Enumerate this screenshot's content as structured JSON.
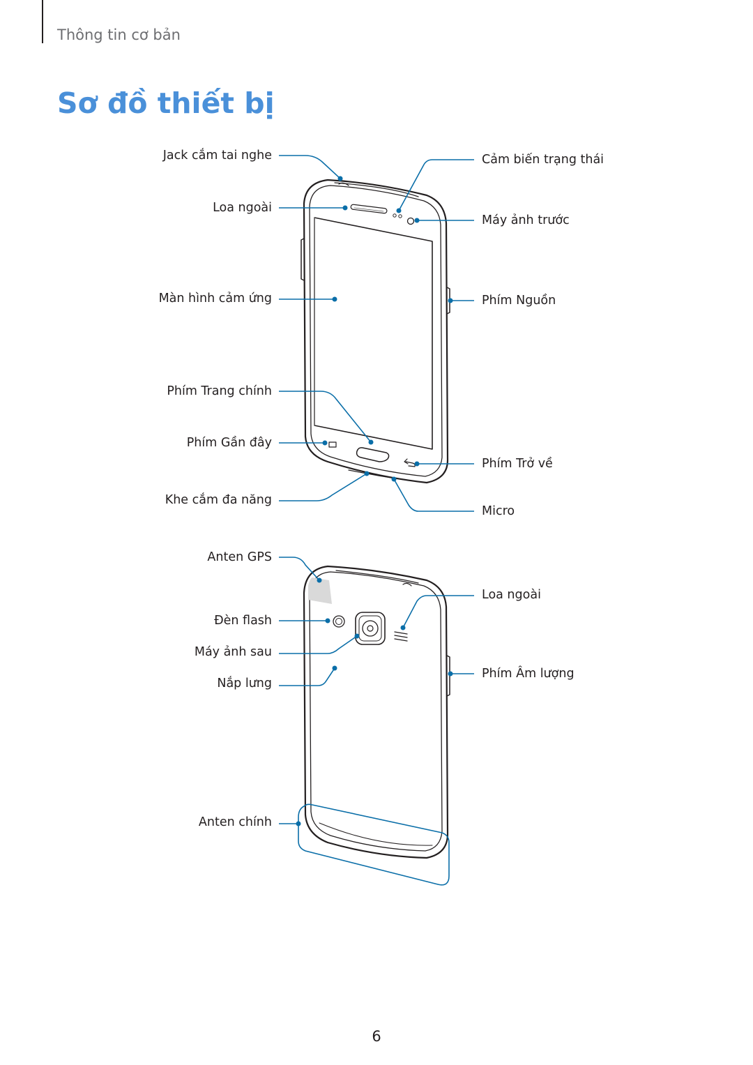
{
  "header": {
    "section": "Thông tin cơ bản"
  },
  "title": "Sơ đồ thiết bị",
  "front": {
    "left": {
      "headset_jack": "Jack cắm tai nghe",
      "speaker": "Loa ngoài",
      "touchscreen": "Màn hình cảm ứng",
      "home_key": "Phím Trang chính",
      "recent_key": "Phím Gần đây",
      "multipurpose_jack": "Khe cắm đa năng"
    },
    "right": {
      "proximity_sensor": "Cảm biến trạng thái",
      "front_camera": "Máy ảnh trước",
      "power_key": "Phím Nguồn",
      "back_key": "Phím Trở về",
      "microphone": "Micro"
    }
  },
  "back": {
    "left": {
      "gps_antenna": "Anten GPS",
      "flash": "Đèn flash",
      "rear_camera": "Máy ảnh sau",
      "back_cover": "Nắp lưng",
      "main_antenna": "Anten chính"
    },
    "right": {
      "speaker": "Loa ngoài",
      "volume_key": "Phím Âm lượng"
    }
  },
  "colors": {
    "accent": "#4a90d9",
    "callout": "#0a6ea8",
    "outline": "#231f20",
    "antenna_fill": "#d9d9d9"
  },
  "page_number": "6"
}
